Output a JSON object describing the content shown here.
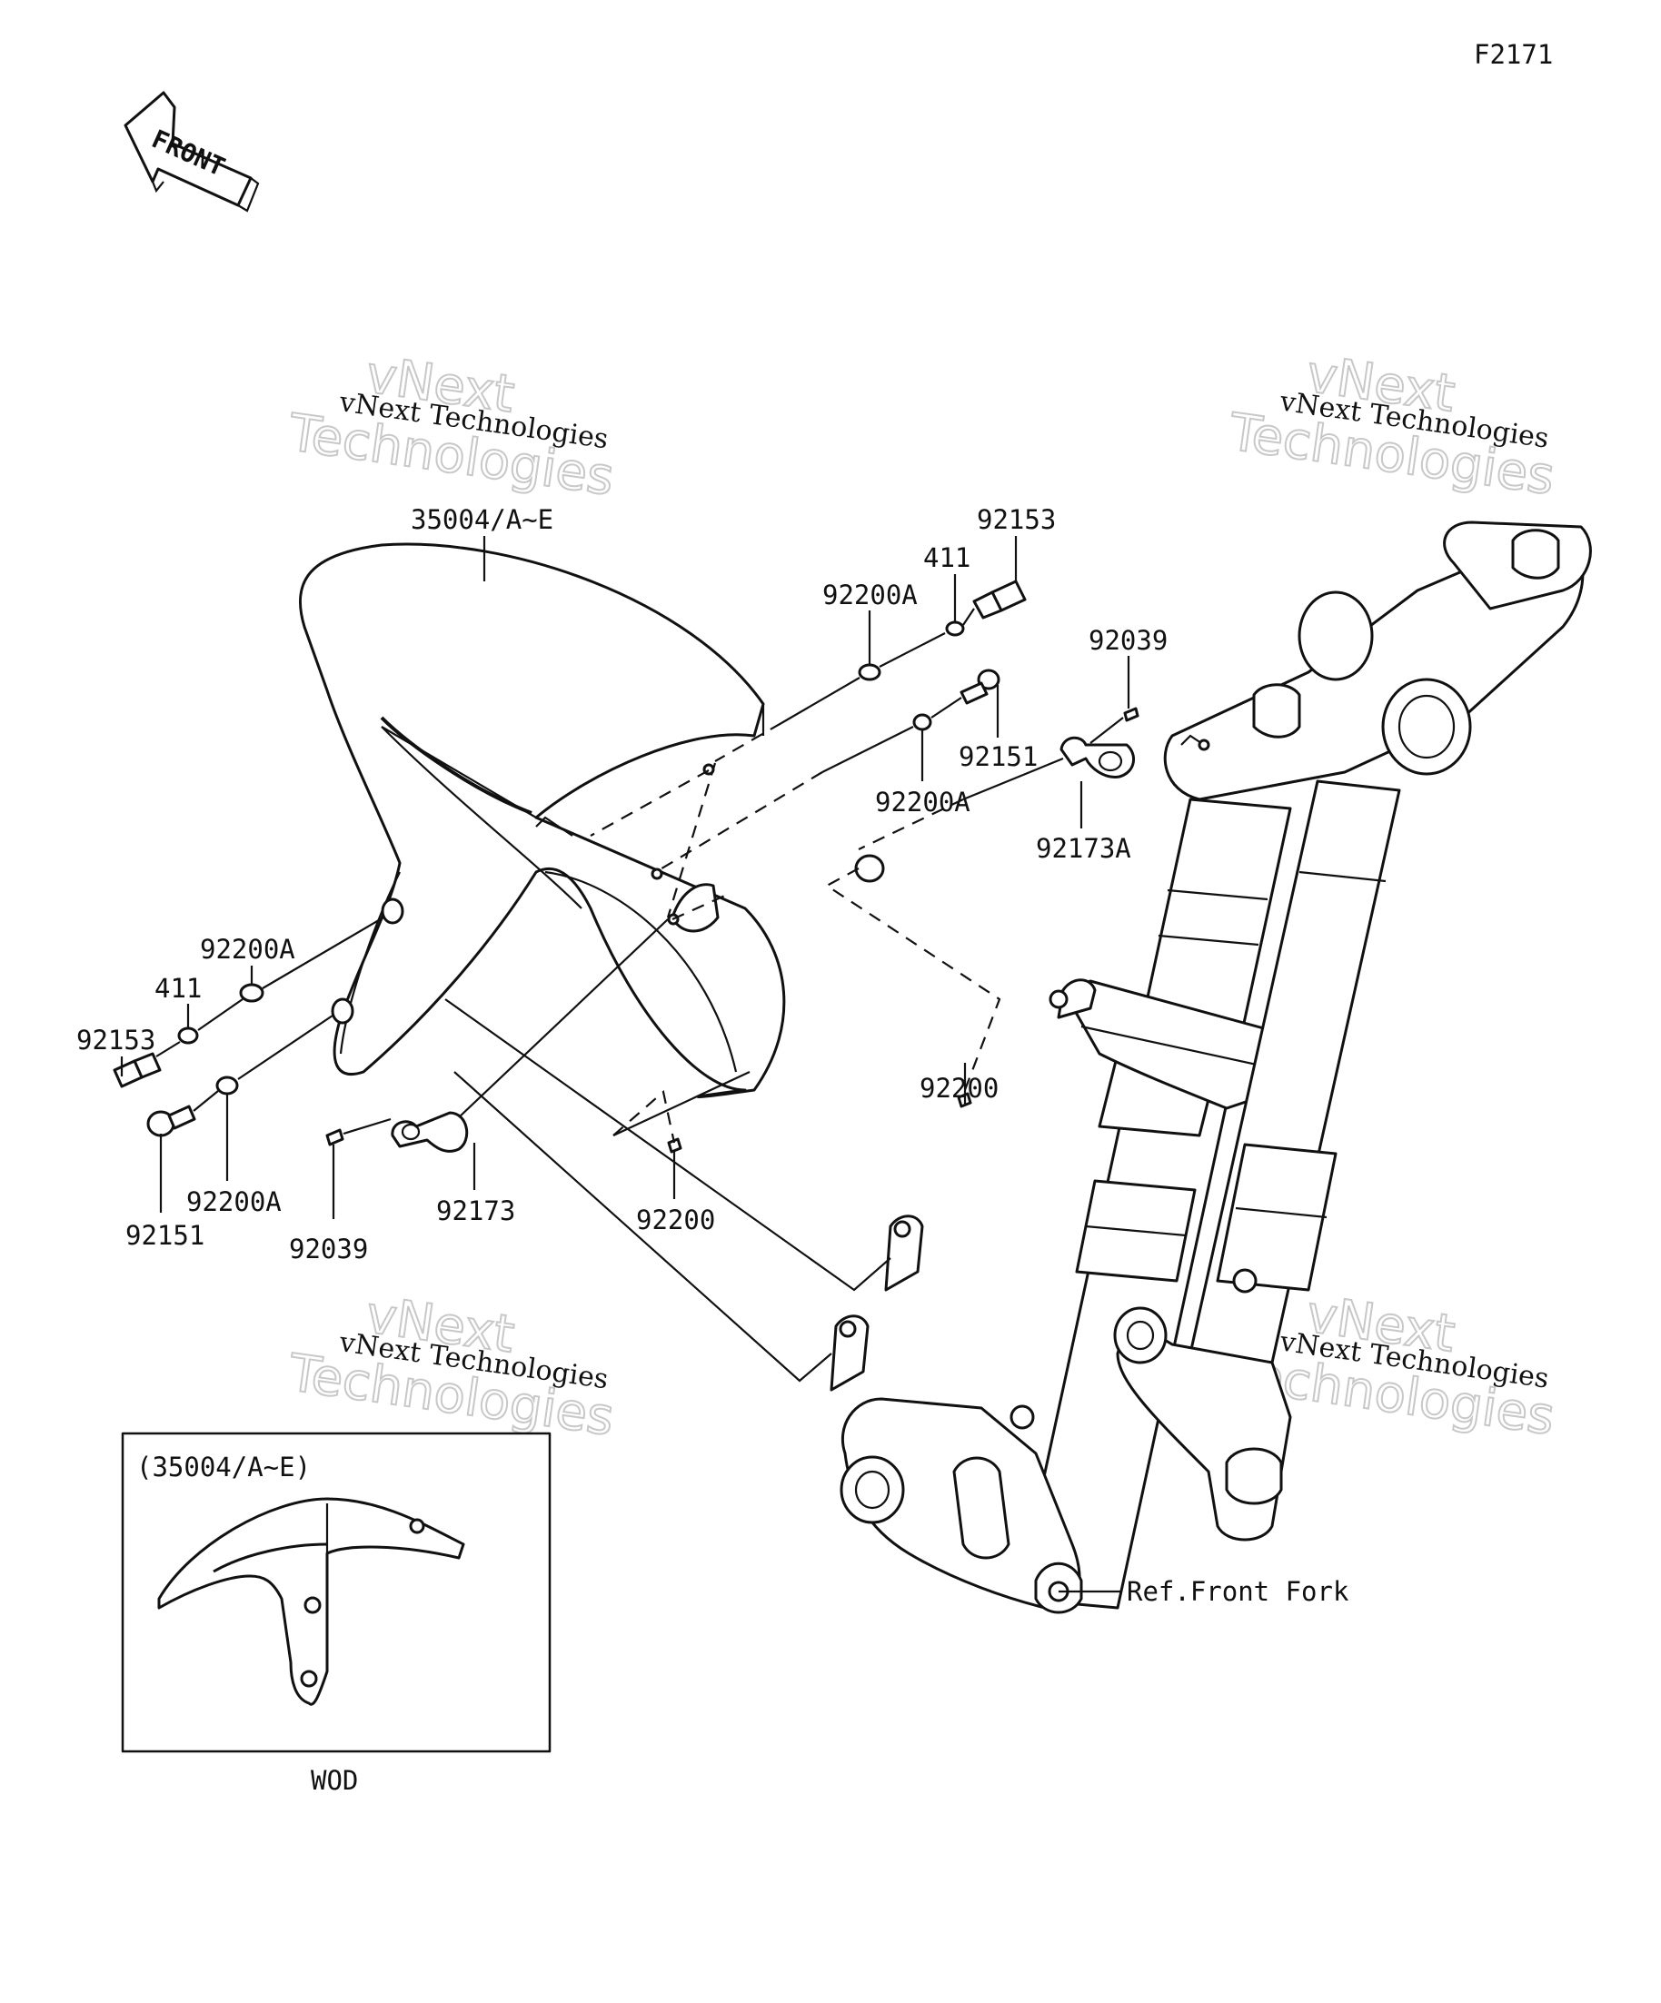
{
  "figure_code": "F2171",
  "front_arrow_label": "FRONT",
  "watermark": {
    "small": "vNext Technologies",
    "big_line1": "vNext",
    "big_line2": "Technologies"
  },
  "callouts": {
    "fender": "35004/A~E",
    "bolt_92153_top": "92153",
    "washer_411_top": "411",
    "washer_92200A_top": "92200A",
    "screw_92039_right": "92039",
    "bolt_92151_top": "92151",
    "washer_92200A_mid": "92200A",
    "clamp_92173A": "92173A",
    "washer_92200A_left": "92200A",
    "washer_411_left": "411",
    "bolt_92153_left": "92153",
    "nut_92200_right": "92200",
    "bolt_92151_left": "92151",
    "washer_92200A_lower": "92200A",
    "screw_92039_left": "92039",
    "clamp_92173": "92173",
    "nut_92200_center": "92200",
    "ref_front_fork": "Ref.Front Fork"
  },
  "inset": {
    "caption": "(35004/A~E)",
    "footer": "WOD"
  }
}
